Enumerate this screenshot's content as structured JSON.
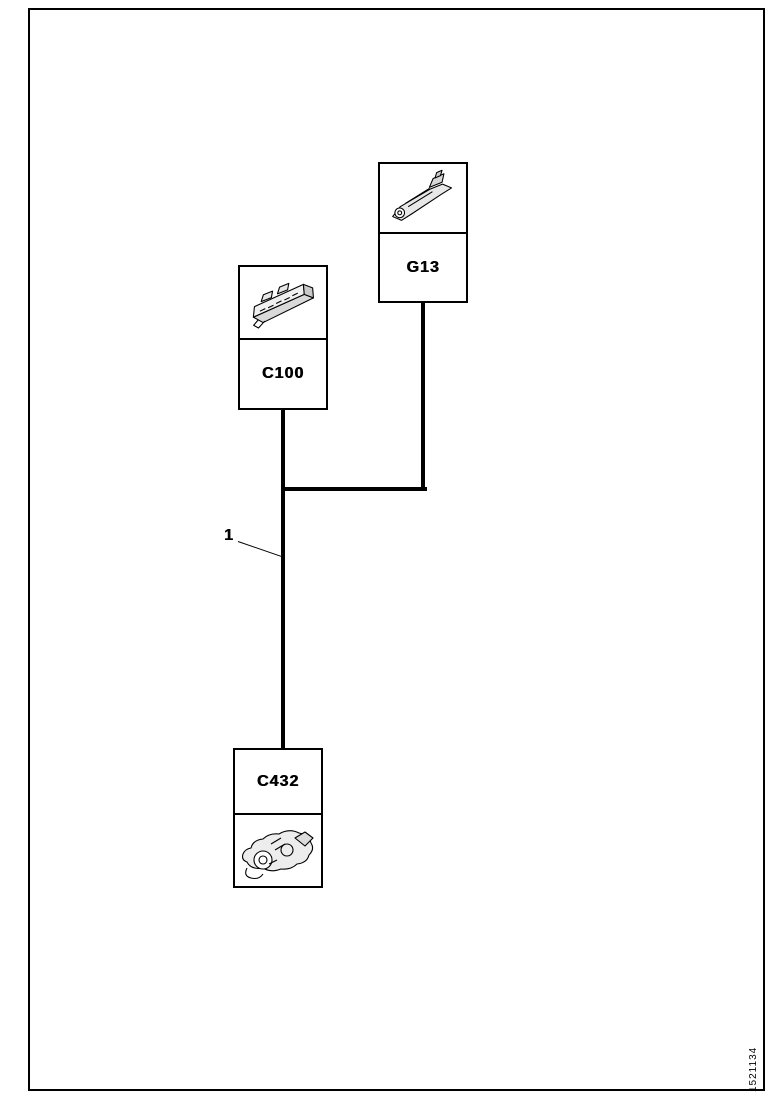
{
  "page": {
    "doc_number": "1521134",
    "paper_color": "#ffffff",
    "ink_color": "#000000"
  },
  "diagram": {
    "callout_1": {
      "label": "1"
    },
    "nodes": {
      "g13": {
        "label": "G13",
        "icon": "ground-terminal-drawing"
      },
      "c100": {
        "label": "C100",
        "icon": "inline-connector-drawing"
      },
      "c432": {
        "label": "C432",
        "icon": "component-assembly-drawing"
      }
    },
    "connections": [
      {
        "from": "C100",
        "to": "C432",
        "callout": "1"
      },
      {
        "from": "G13",
        "to": "C432"
      }
    ]
  }
}
